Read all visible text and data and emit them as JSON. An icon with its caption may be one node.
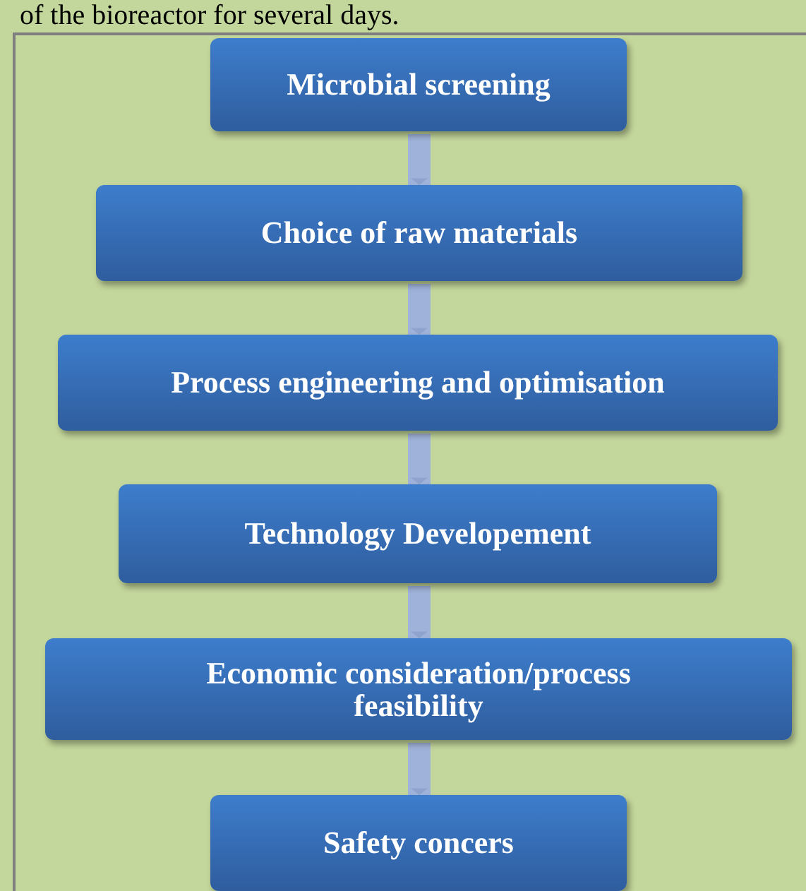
{
  "diagram": {
    "nodes": [
      {
        "text": [
          "Microbial screening"
        ]
      },
      {
        "text": [
          "Choice of raw materials"
        ]
      },
      {
        "text": [
          "Process engineering and optimisation"
        ]
      },
      {
        "text": [
          "Technology Developement"
        ]
      },
      {
        "text": [
          "Economic consideration/process feasibility"
        ]
      },
      {
        "text": [
          "Safety concers"
        ]
      }
    ],
    "edges": [
      {
        "from": 0,
        "to": 1,
        "arrow": "to"
      },
      {
        "from": 1,
        "to": 2,
        "arrow": "to"
      },
      {
        "from": 2,
        "to": 3,
        "arrow": "to"
      },
      {
        "from": 3,
        "to": 4,
        "arrow": "to"
      },
      {
        "from": 4,
        "to": 5,
        "arrow": "to"
      }
    ],
    "labels": [
      "of the bioreactor for several days."
    ]
  }
}
